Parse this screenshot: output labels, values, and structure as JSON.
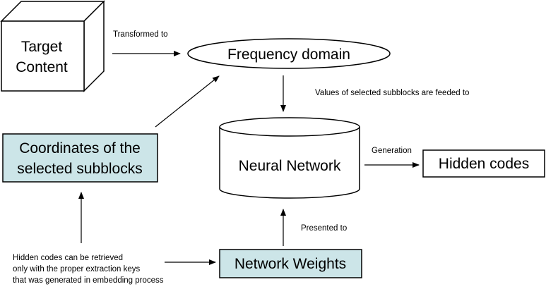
{
  "nodes": {
    "target_content": {
      "lines": [
        "Target",
        "Content"
      ]
    },
    "frequency_domain": {
      "label": "Frequency domain"
    },
    "neural_network": {
      "label": "Neural Network"
    },
    "hidden_codes": {
      "label": "Hidden codes"
    },
    "coordinates": {
      "lines": [
        "Coordinates of the",
        "selected subblocks"
      ],
      "fill": "#cce5e8"
    },
    "network_weights": {
      "label": "Network Weights",
      "fill": "#cce5e8"
    }
  },
  "edges": {
    "transformed_to": "Transformed to",
    "values_fed": "Values of selected subblocks are feeded to",
    "generation": "Generation",
    "presented_to": "Presented to"
  },
  "note": {
    "lines": [
      "Hidden codes can be retrieved",
      "only with the proper extraction keys",
      "that was generated in embedding process"
    ]
  }
}
